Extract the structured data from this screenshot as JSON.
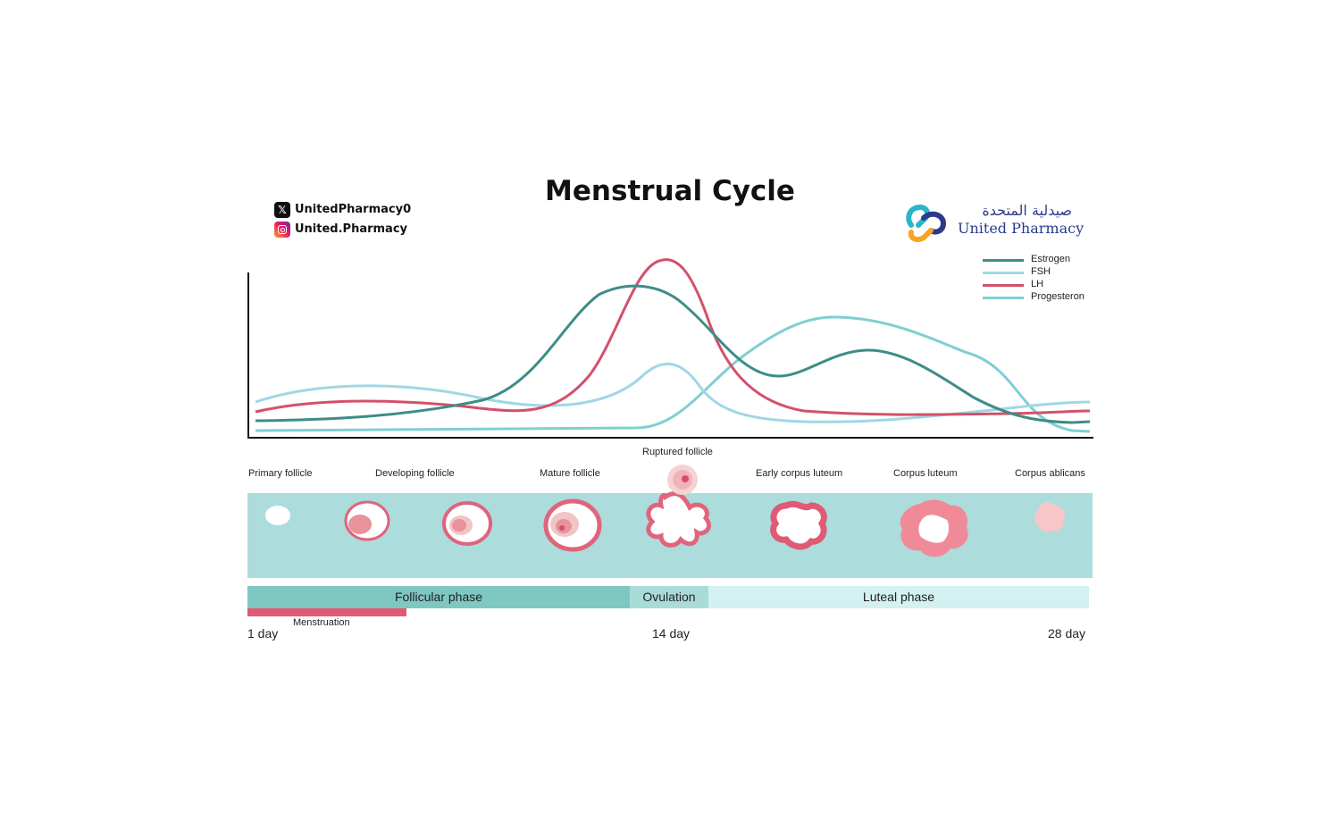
{
  "title": "Menstrual Cycle",
  "social": {
    "twitter": "UnitedPharmacy0",
    "instagram": "United.Pharmacy"
  },
  "logo": {
    "arabic": "صيدلية المتحدة",
    "english": "United Pharmacy"
  },
  "legend": [
    {
      "name": "Estrogen",
      "color": "#3d8d88"
    },
    {
      "name": "FSH",
      "color": "#9fd7e4"
    },
    {
      "name": "LH",
      "color": "#d3506b"
    },
    {
      "name": "Progesteron",
      "color": "#7fcfd2"
    }
  ],
  "follicles": {
    "primary": "Primary follicle",
    "developing": "Developing follicle",
    "mature": "Mature follicle",
    "ruptured": "Ruptured follicle",
    "early_corpus_luteum": "Early corpus luteum",
    "corpus_luteum": "Corpus luteum",
    "corpus_albicans": "Corpus ablicans"
  },
  "phases": {
    "follicular": "Follicular phase",
    "ovulation": "Ovulation",
    "luteal": "Luteal phase"
  },
  "menstruation": "Menstruation",
  "days": {
    "start": "1 day",
    "mid": "14 day",
    "end": "28 day"
  },
  "colors": {
    "band": "#acdcdb",
    "follicular": "#7fc7c3",
    "ovulation": "#a9dcd8",
    "luteal": "#d3f1f1",
    "menstruation": "#e05a74",
    "follicle_pink": "#e0647c"
  }
}
